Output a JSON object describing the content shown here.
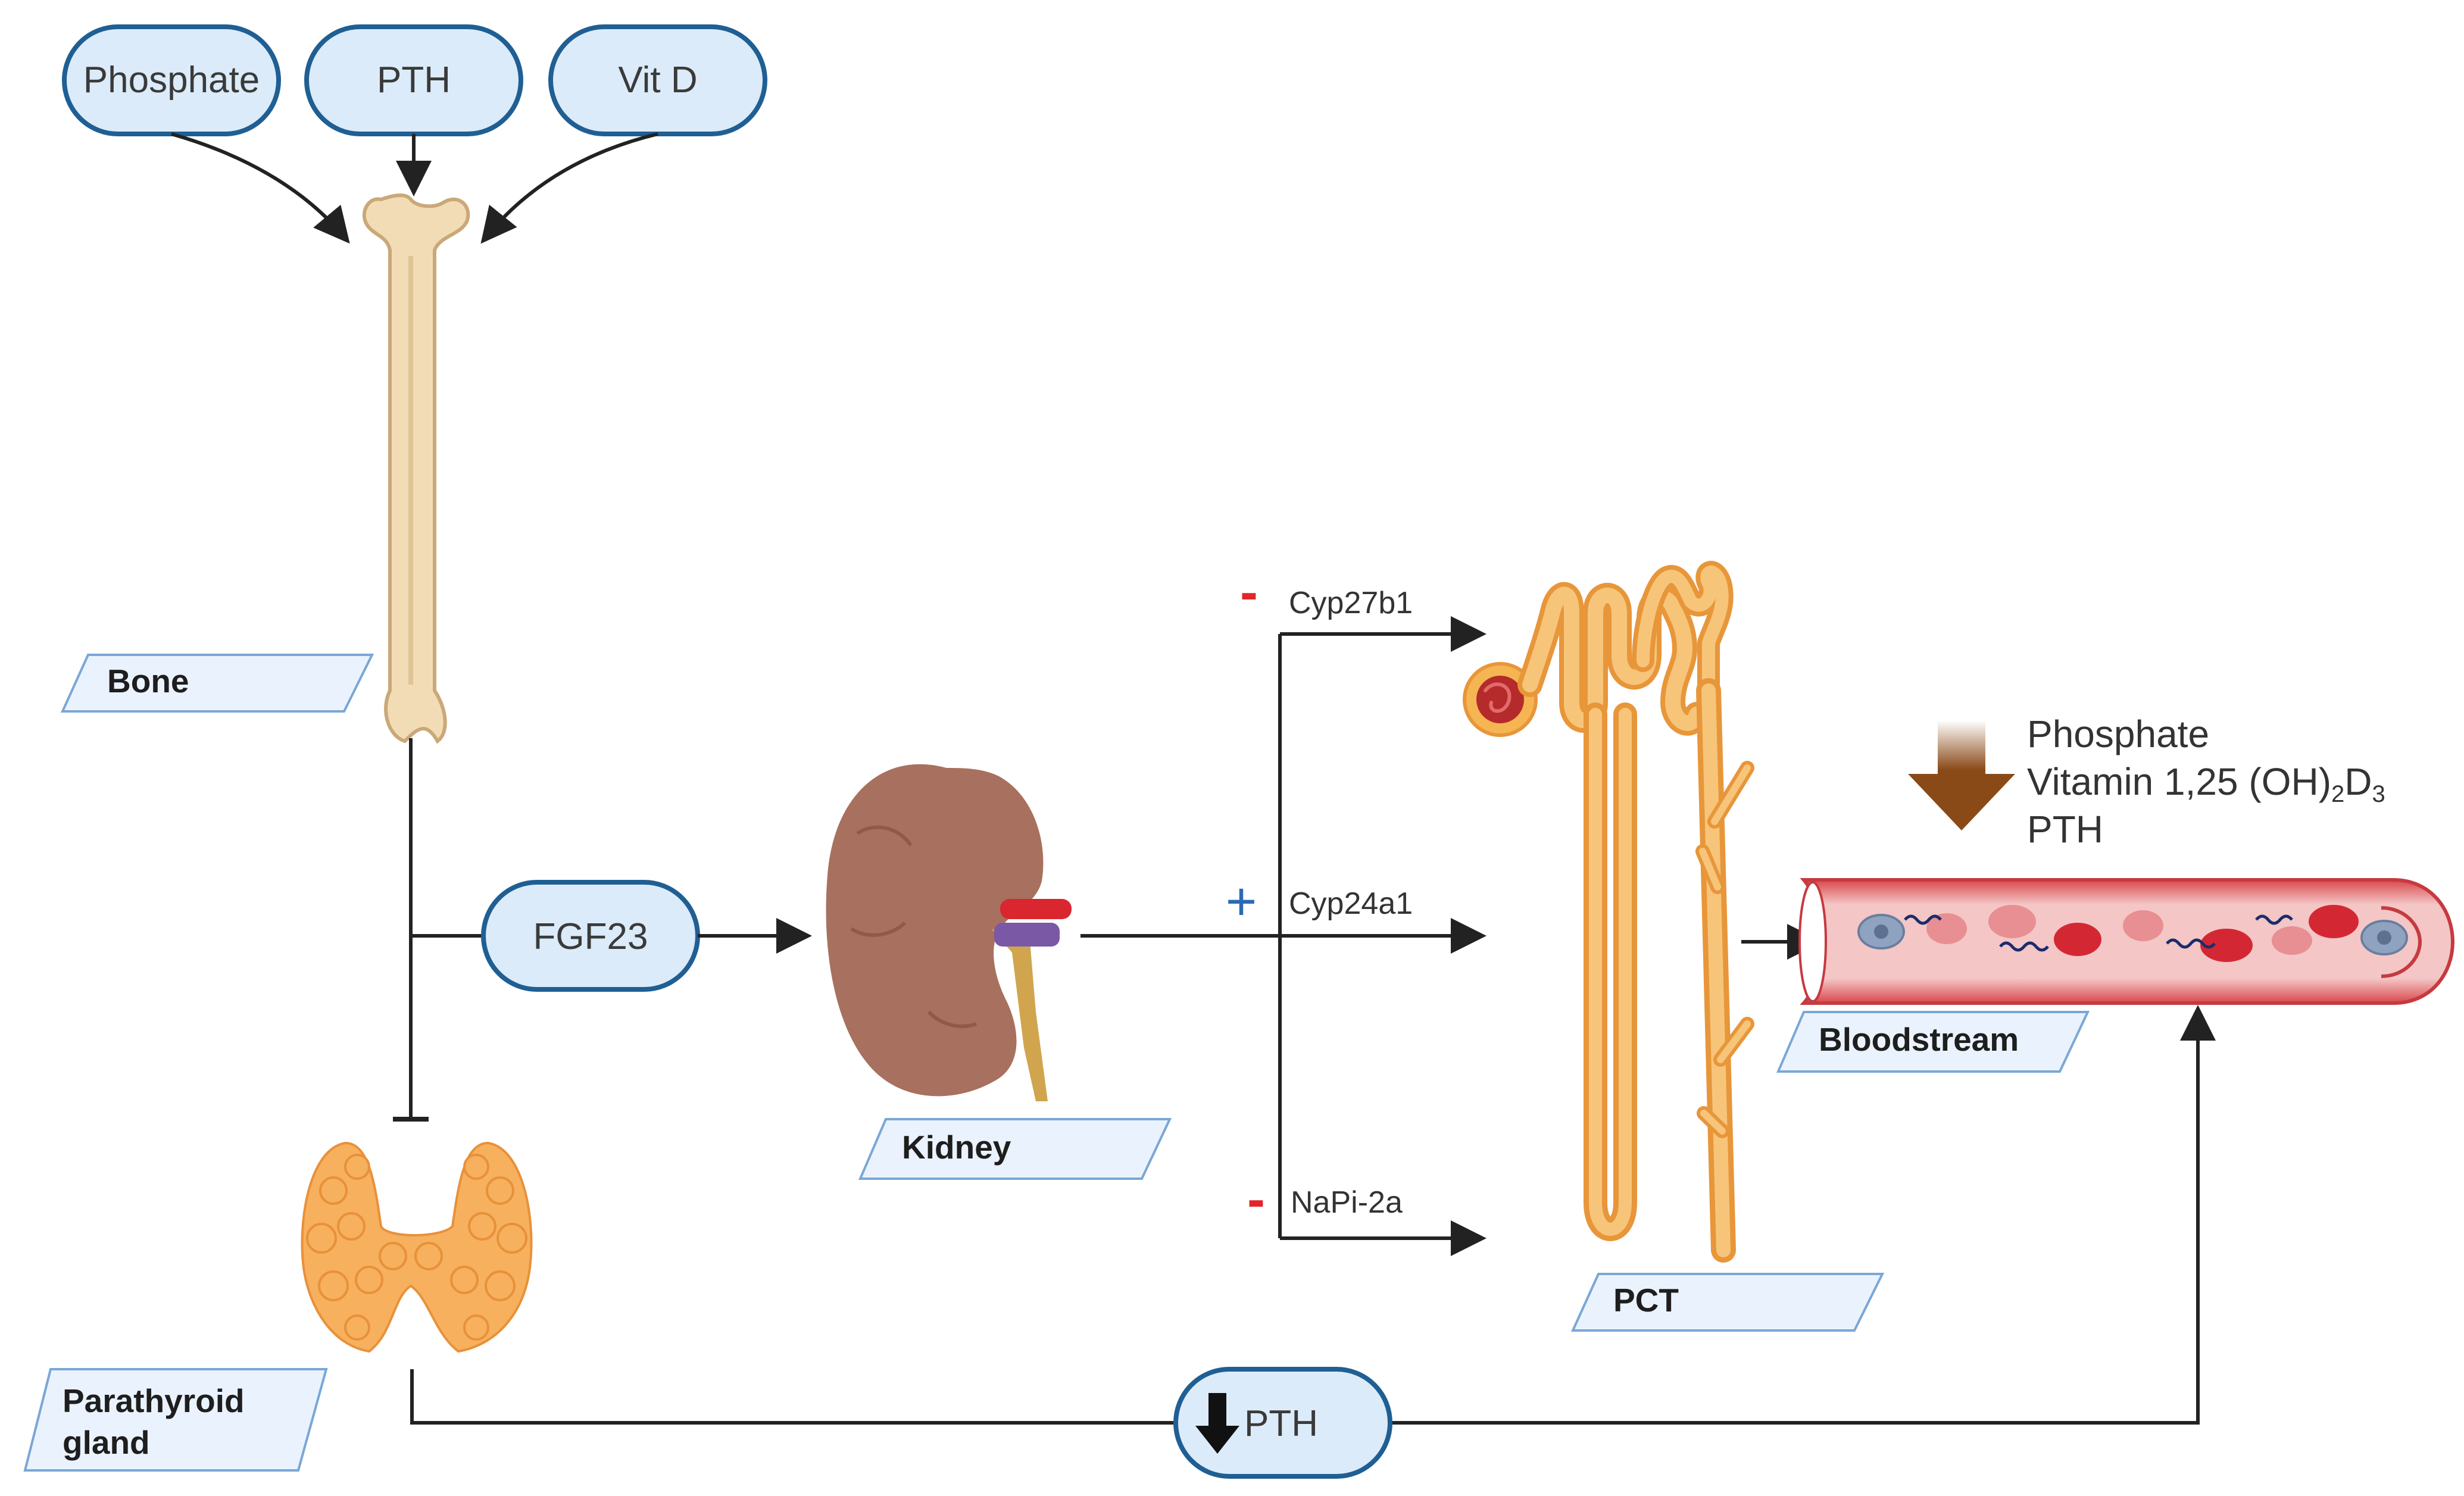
{
  "inputs": {
    "phosphate": "Phosphate",
    "pth": "PTH",
    "vitd": "Vit D"
  },
  "hormone": "FGF23",
  "labels": {
    "bone": "Bone",
    "kidney": "Kidney",
    "pct": "PCT",
    "bloodstream": "Bloodstream",
    "parathyroid_line1": "Parathyroid",
    "parathyroid_line2": "gland"
  },
  "genes": {
    "cyp27b1": {
      "name": "Cyp27b1",
      "sign": "-"
    },
    "cyp24a1": {
      "name": "Cyp24a1",
      "sign": "+"
    },
    "napi2a": {
      "name": "NaPi-2a",
      "sign": "-"
    }
  },
  "decrease_list": {
    "line1": "Phosphate",
    "line2_main": "Vitamin 1,25 (OH)",
    "line2_sub1": "2",
    "line2_mid": "D",
    "line2_sub2": "3",
    "line3": "PTH"
  },
  "pth_down_label": "PTH",
  "colors": {
    "pill_fill": "#dcebf9",
    "pill_stroke": "#1f5f93",
    "label_fill": "#eaf3fd",
    "label_stroke": "#7aa7d6",
    "arrow": "#222222",
    "minus": "#e0262b",
    "plus": "#2a6ab4",
    "bone": "#f1dcb6",
    "kidney": "#a8705e",
    "tubule": "#f5b552",
    "vessel": "#e25b5f",
    "down_arrow": "#8a4a18"
  }
}
